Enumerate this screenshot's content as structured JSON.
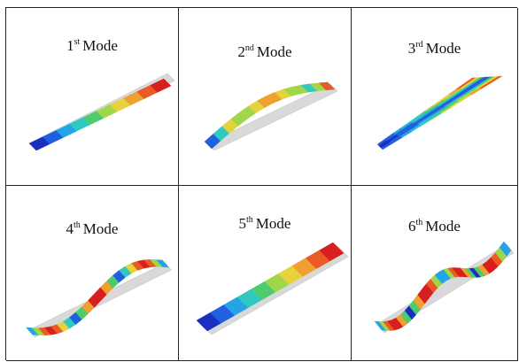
{
  "modes": [
    {
      "num": "1",
      "sup": "st",
      "word": "Mode"
    },
    {
      "num": "2",
      "sup": "nd",
      "word": "Mode"
    },
    {
      "num": "3",
      "sup": "rd",
      "word": "Mode"
    },
    {
      "num": "4",
      "sup": "th",
      "word": "Mode"
    },
    {
      "num": "5",
      "sup": "th",
      "word": "Mode"
    },
    {
      "num": "6",
      "sup": "th",
      "word": "Mode"
    }
  ],
  "colors": {
    "jet": [
      "#1a2fbf",
      "#1f5fe0",
      "#22a4e6",
      "#2fc9c0",
      "#4ecb6a",
      "#9fd64a",
      "#e6d23a",
      "#f0a030",
      "#ea5a24",
      "#d61f1f"
    ],
    "undeformed": "#d9d9d9",
    "grid_line": "#222222"
  }
}
